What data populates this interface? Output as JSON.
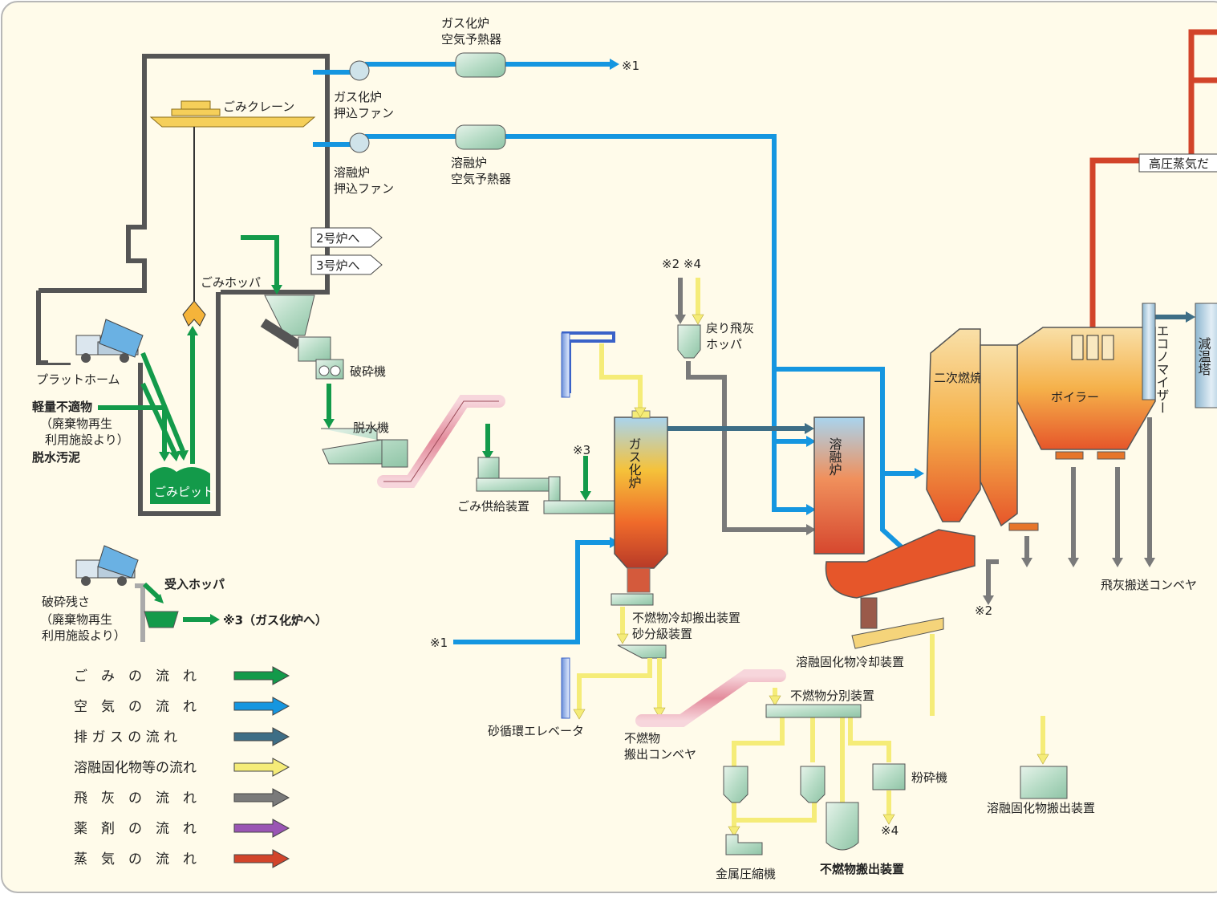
{
  "labels": {
    "gasifier_air_preheater": [
      "ガス化炉",
      "空気予熱器"
    ],
    "gasifier_push_fan": [
      "ガス化炉",
      "押込ファン"
    ],
    "ref1_top": "※1",
    "crane": "ごみクレーン",
    "melter_push_fan": [
      "溶融炉",
      "押込ファン"
    ],
    "melter_air_preheater": [
      "溶融炉",
      "空気予熱器"
    ],
    "high_pressure_steam": "高圧蒸気だ",
    "to_furnace_2": "2号炉へ",
    "to_furnace_3": "3号炉へ",
    "hopper": "ごみホッパ",
    "ref2_ref4": "※2 ※4",
    "return_fly_ash_hopper": [
      "戻り飛灰",
      "ホッパ"
    ],
    "platform": "プラットホーム",
    "crusher": "破砕機",
    "light_unsuitable": "軽量不適物",
    "recycling_facility": [
      "（廃棄物再生",
      "利用施設より）"
    ],
    "dewatered_sludge": "脱水汚泥",
    "dehydrator": "脱水機",
    "pit": "ごみピット",
    "ref3": "※3",
    "feeder": "ごみ供給装置",
    "gasifier": "ガス化炉",
    "melter": "溶融炉",
    "secondary_combustion": "二次燃焼室",
    "boiler": "ボイラー",
    "economizer": "エコノマイザー",
    "cooling_tower": "減温塔",
    "fly_ash_conveyor": "飛灰搬送コンベヤ",
    "ref2": "※2",
    "receiving_hopper": "受入ホッパ",
    "crushing_residue": "破砕残さ",
    "residue_source": [
      "（廃棄物再生",
      "利用施設より）"
    ],
    "to_gasifier": "※3（ガス化炉へ）",
    "noncombustible_cooling": "不燃物冷却搬出装置",
    "sand_classifier": "砂分級装置",
    "ref1_bottom": "※1",
    "slag_cooling": "溶融固化物冷却装置",
    "noncombustible_sorting": "不燃物分別装置",
    "sand_elevator": "砂循環エレベータ",
    "noncombustible_conveyor": [
      "不燃物",
      "搬出コンベヤ"
    ],
    "pulverizer": "粉砕機",
    "ref4": "※4",
    "metal_press": "金属圧縮機",
    "noncombustible_discharge": "不燃物搬出装置",
    "slag_discharge": "溶融固化物搬出装置"
  },
  "legend": [
    {
      "label": "ご　み　の　流　れ",
      "color": "#139a4a"
    },
    {
      "label": "空　気　の　流　れ",
      "color": "#1596e0"
    },
    {
      "label": "排 ガ ス の 流 れ",
      "color": "#3e6e86"
    },
    {
      "label": "溶融固化物等の流れ",
      "color": "#f5ec78"
    },
    {
      "label": "飛　灰　の　流　れ",
      "color": "#7a7a7a"
    },
    {
      "label": "薬　剤　の　流　れ",
      "color": "#9a55b4"
    },
    {
      "label": "蒸　気　の　流　れ",
      "color": "#d2442a"
    }
  ]
}
